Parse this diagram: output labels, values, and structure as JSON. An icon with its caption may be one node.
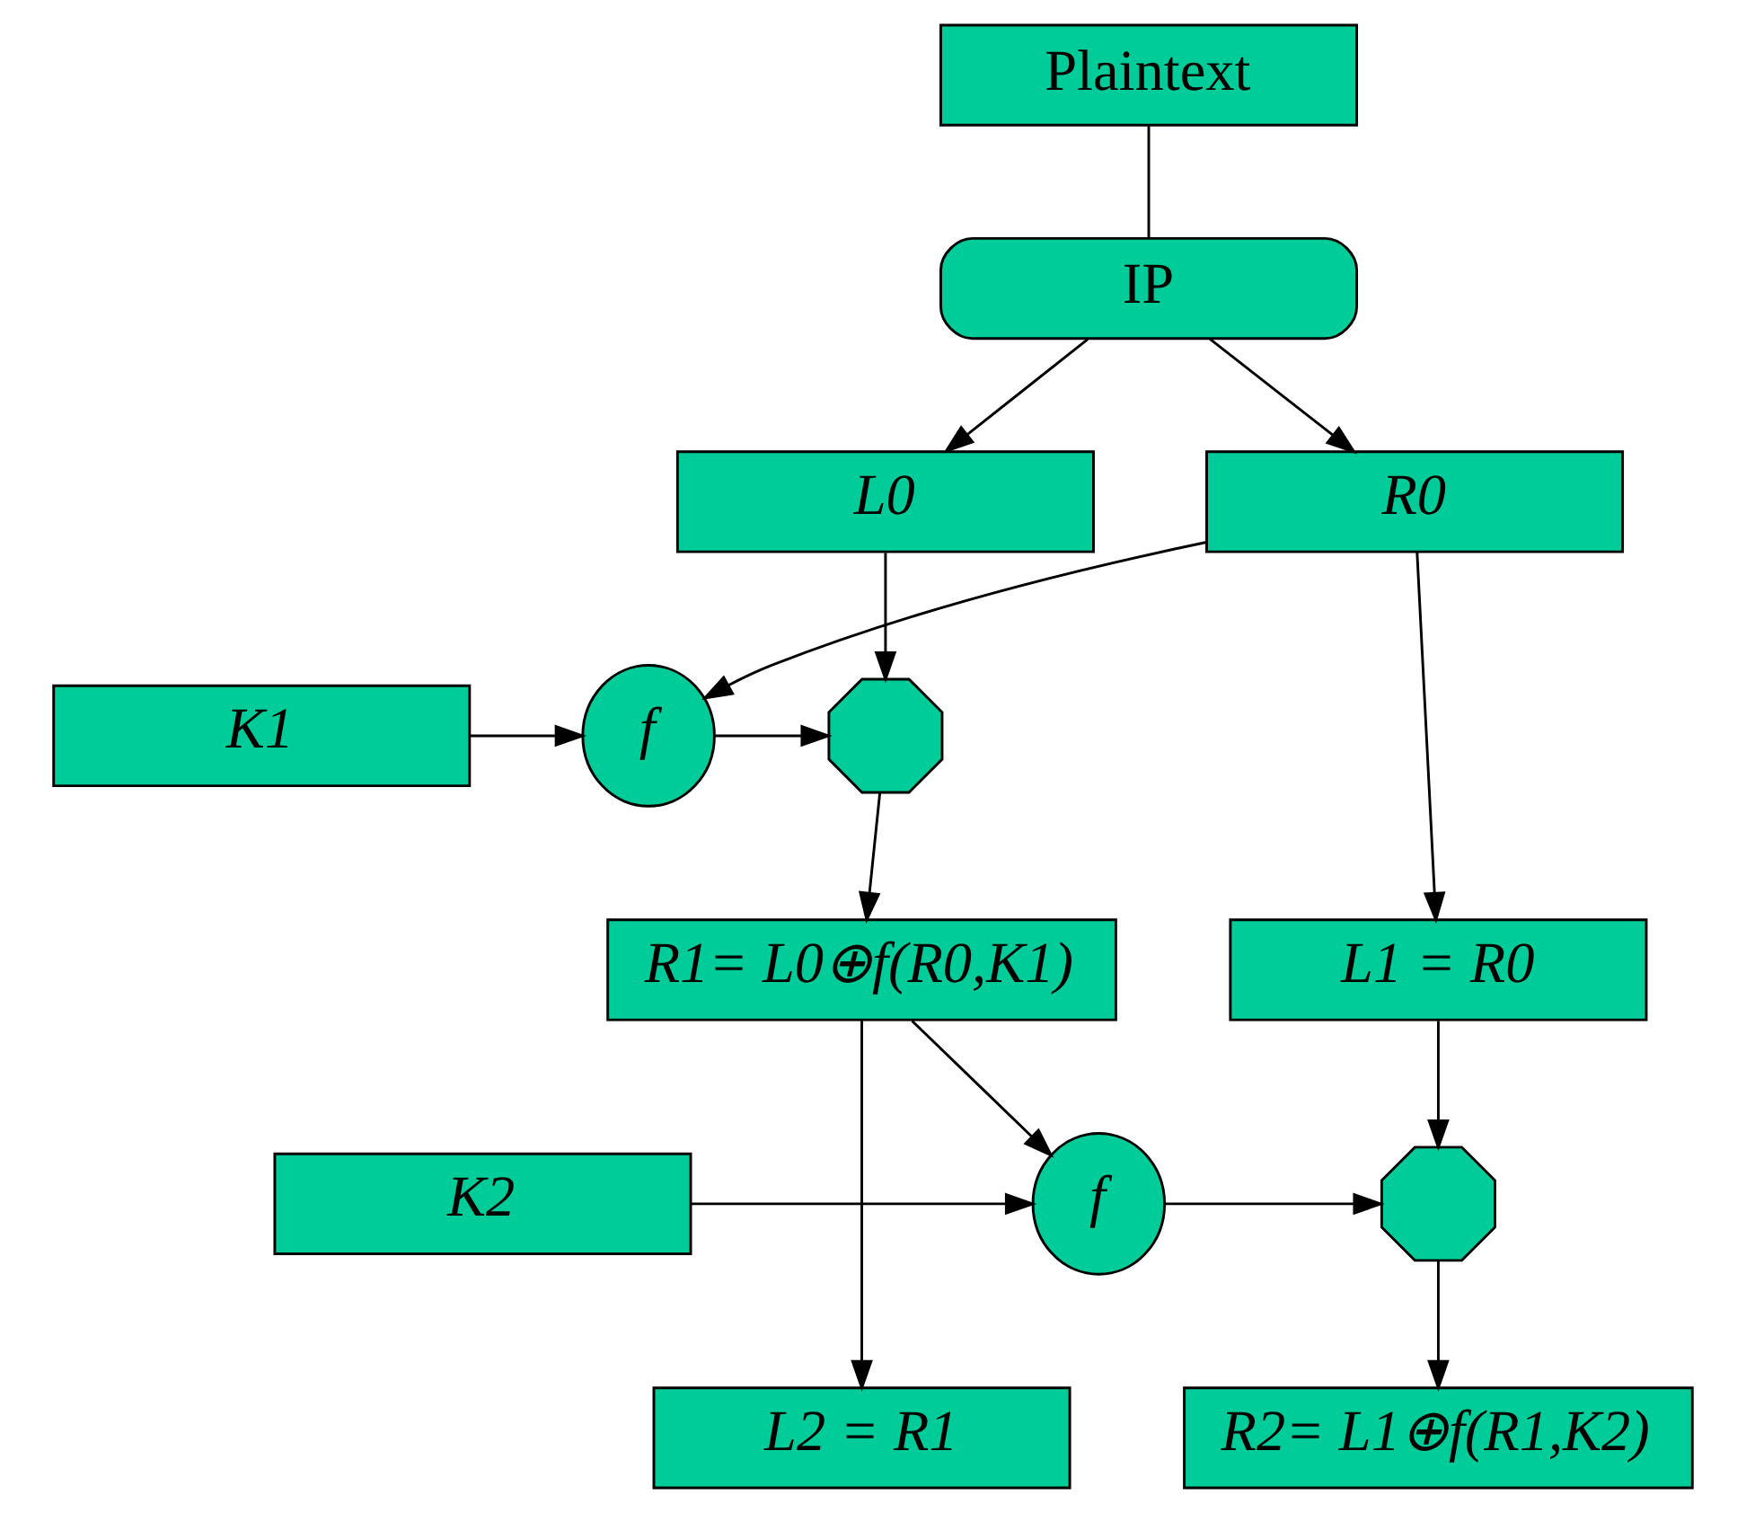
{
  "diagram": {
    "nodes": [
      {
        "text": [
          "Plaintext"
        ]
      },
      {
        "text": [
          "IP"
        ]
      },
      {
        "text": [
          "L0"
        ]
      },
      {
        "text": [
          "R0"
        ]
      },
      {
        "text": [],
        "shape": "octagon"
      },
      {
        "text": [
          "f"
        ]
      },
      {
        "text": [
          "K1"
        ]
      },
      {
        "text": [
          "L1 = R0"
        ]
      },
      {
        "text": [
          "R1= L0⊕f(R0,K1)"
        ]
      },
      {
        "text": [],
        "shape": "octagon"
      },
      {
        "text": [
          "f"
        ]
      },
      {
        "text": [
          "K2"
        ]
      },
      {
        "text": [
          "L2 = R1"
        ]
      },
      {
        "text": [
          "R2= L1⊕f(R1,K2)"
        ]
      }
    ],
    "edges": [
      {
        "from": 0,
        "to": 1,
        "arrow": "none"
      },
      {
        "from": 1,
        "to": 2,
        "arrow": "to"
      },
      {
        "from": 1,
        "to": 3,
        "arrow": "to"
      },
      {
        "from": 2,
        "to": 4,
        "arrow": "to"
      },
      {
        "from": 3,
        "to": 5,
        "arrow": "to"
      },
      {
        "from": 6,
        "to": 5,
        "arrow": "to"
      },
      {
        "from": 5,
        "to": 4,
        "arrow": "to"
      },
      {
        "from": 3,
        "to": 7,
        "arrow": "to"
      },
      {
        "from": 4,
        "to": 8,
        "arrow": "to"
      },
      {
        "from": 7,
        "to": 9,
        "arrow": "to"
      },
      {
        "from": 8,
        "to": 10,
        "arrow": "to"
      },
      {
        "from": 11,
        "to": 10,
        "arrow": "to"
      },
      {
        "from": 10,
        "to": 9,
        "arrow": "to"
      },
      {
        "from": 8,
        "to": 12,
        "arrow": "to"
      },
      {
        "from": 9,
        "to": 13,
        "arrow": "to"
      }
    ]
  }
}
